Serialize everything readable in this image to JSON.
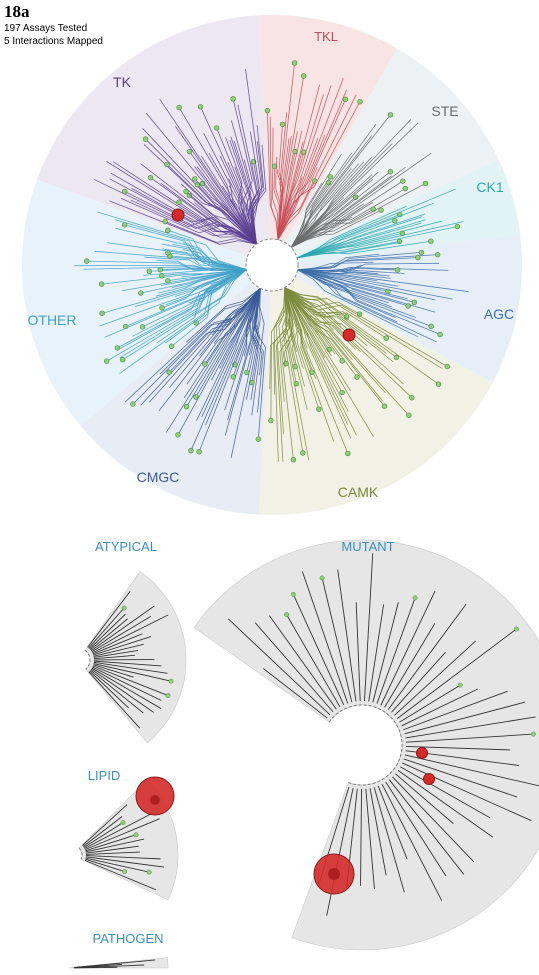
{
  "header": {
    "title": "18a",
    "assays_tested": "197 Assays Tested",
    "interactions_mapped": "5 Interactions Mapped"
  },
  "kinome_tree": {
    "groups": [
      {
        "id": "tk",
        "label": "TK",
        "color": "#5b3f92",
        "bg": "#ede7f1"
      },
      {
        "id": "tkl",
        "label": "TKL",
        "color": "#c84b55",
        "bg": "#f8e4e4"
      },
      {
        "id": "ste",
        "label": "STE",
        "color": "#6a6a6a",
        "bg": "#eef1f3"
      },
      {
        "id": "ck1",
        "label": "CK1",
        "color": "#2aa6b0",
        "bg": "#e2f3f6"
      },
      {
        "id": "agc",
        "label": "AGC",
        "color": "#3d6fa8",
        "bg": "#e6eef8"
      },
      {
        "id": "camk",
        "label": "CAMK",
        "color": "#7b8a3a",
        "bg": "#f1f2e5"
      },
      {
        "id": "cmgc",
        "label": "CMGC",
        "color": "#3b5a96",
        "bg": "#e8ecf4"
      },
      {
        "id": "other",
        "label": "OTHER",
        "color": "#3fa0c8",
        "bg": "#e7f2fa"
      }
    ]
  },
  "sections": {
    "atypical": "ATYPICAL",
    "mutant": "MUTANT",
    "lipid": "LIPID",
    "pathogen": "PATHOGEN"
  },
  "markers": {
    "hit_color": "#d42a2a",
    "tested_color": "#8fcf7a"
  }
}
